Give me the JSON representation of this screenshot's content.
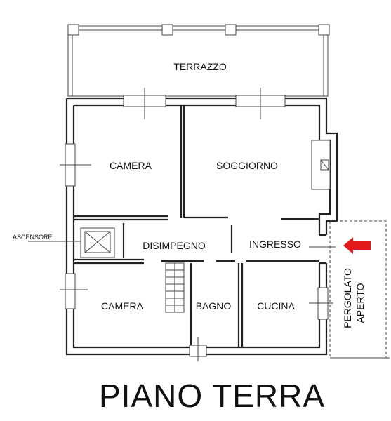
{
  "plan": {
    "rooms": {
      "terrace": "TERRAZZO",
      "bedroom_1": "CAMERA",
      "living": "SOGGIORNO",
      "hall": "DISIMPEGNO",
      "entrance": "INGRESSO",
      "bedroom_2": "CAMERA",
      "bathroom": "BAGNO",
      "kitchen": "CUCINA"
    },
    "lift_label": "ASCENSORE",
    "pergola_line1": "PERGOLATO",
    "pergola_line2": "APERTO",
    "floor_title": "PIANO TERRA"
  },
  "colors": {
    "arrow": "#e11b1b",
    "line": "#222222"
  }
}
